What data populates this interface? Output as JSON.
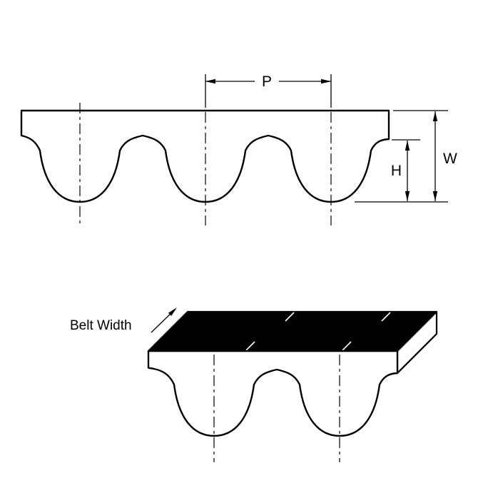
{
  "diagram": {
    "labels": {
      "pitch": "P",
      "width": "W",
      "height": "H",
      "belt_width": "Belt Width"
    },
    "colors": {
      "line": "#000000",
      "background": "#ffffff",
      "belt_fill": "#ffffff",
      "top_face": "#000000"
    }
  }
}
